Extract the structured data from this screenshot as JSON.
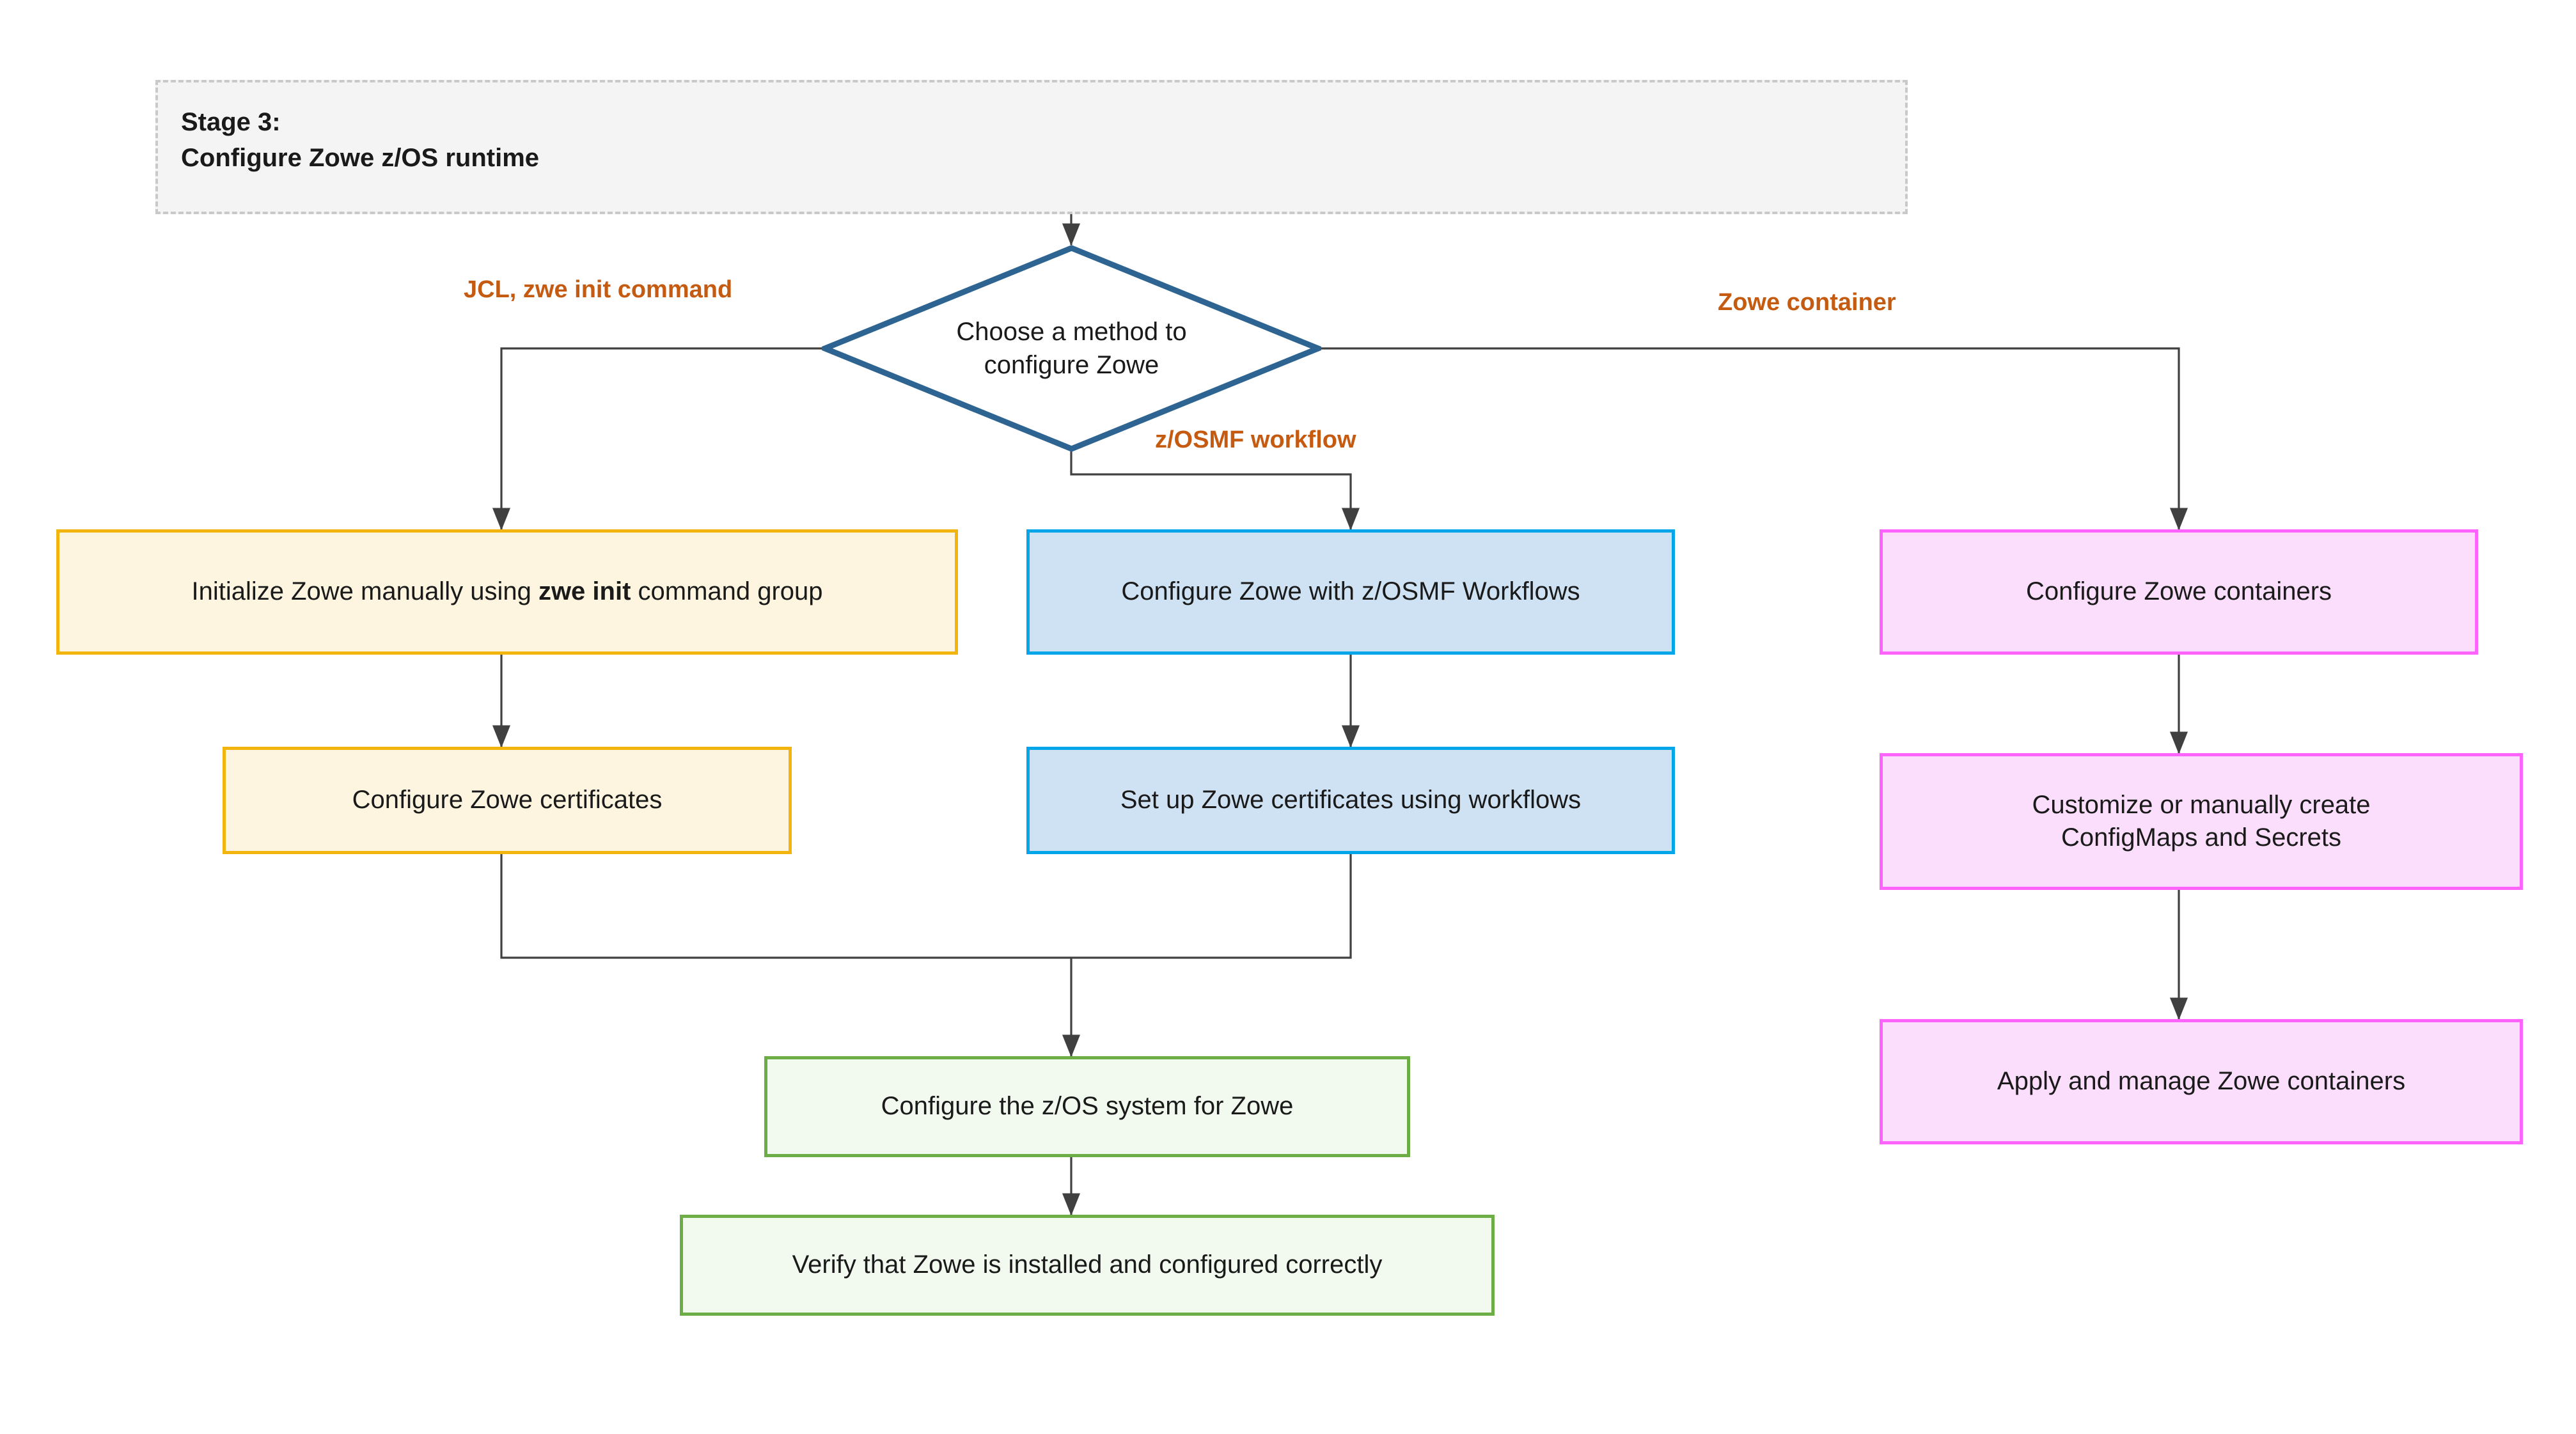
{
  "diagram": {
    "title_stage": "Stage 3:\nConfigure Zowe z/OS runtime",
    "colors": {
      "stage_fill": "#f4f4f4",
      "stage_border": "#c9c9c9",
      "diamond_border": "#2e6491",
      "yellow_fill": "#fdf5e0",
      "yellow_border": "#f2b50f",
      "blue_fill": "#cfe2f3",
      "blue_border": "#01a5e9",
      "pink_fill": "#fbdefb",
      "pink_border": "#fd63fd",
      "green_fill": "#f2faf0",
      "green_border": "#6cae45",
      "edge_label": "#c55a11",
      "connector": "#404040"
    },
    "decision": {
      "label": "Choose a method to\nconfigure Zowe"
    },
    "edge_labels": {
      "left": "JCL, zwe init command",
      "center": "z/OSMF workflow",
      "right": "Zowe container"
    },
    "branches": {
      "jcl": {
        "step1_pre": "Initialize Zowe manually using ",
        "step1_bold": "zwe init",
        "step1_post": " command group",
        "step2": "Configure Zowe certificates"
      },
      "zosmf": {
        "step1": "Configure Zowe with z/OSMF Workflows",
        "step2": "Set up Zowe certificates using workflows"
      },
      "container": {
        "step1": "Configure Zowe containers",
        "step2": "Customize or manually create\nConfigMaps and Secrets",
        "step3": "Apply and manage Zowe containers"
      }
    },
    "common": {
      "step1": "Configure the z/OS system for Zowe",
      "step2": "Verify that Zowe is installed and configured correctly"
    }
  }
}
